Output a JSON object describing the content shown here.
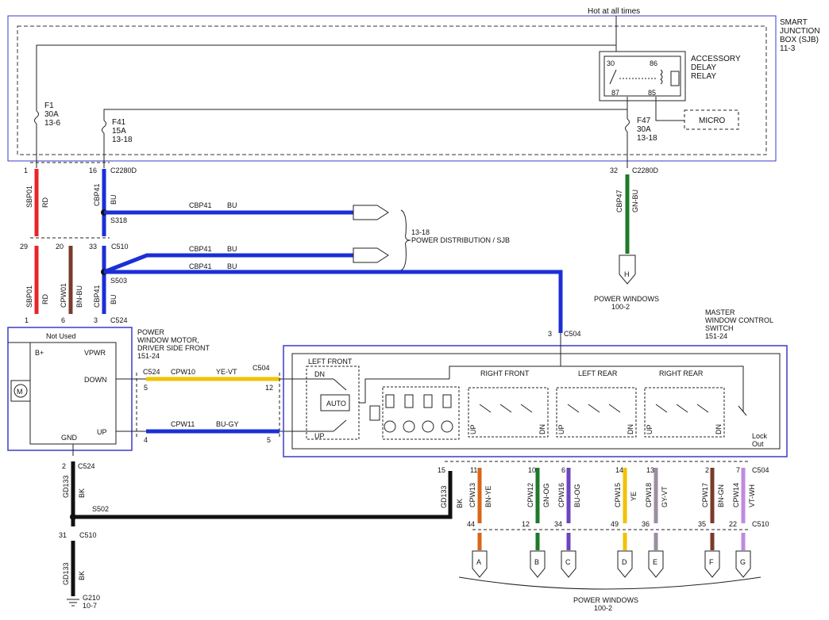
{
  "top": {
    "hot": "Hot at all times"
  },
  "sjb": {
    "l1": "SMART",
    "l2": "JUNCTION",
    "l3": "BOX (SJB)",
    "l4": "11-3"
  },
  "relay": {
    "l1": "ACCESSORY",
    "l2": "DELAY",
    "l3": "RELAY",
    "p30": "30",
    "p86": "86",
    "p87": "87",
    "p85": "85"
  },
  "micro": "MICRO",
  "fuses": {
    "f1": {
      "name": "F1",
      "amp": "30A",
      "ref": "13-6"
    },
    "f41": {
      "name": "F41",
      "amp": "15A",
      "ref": "13-18"
    },
    "f47": {
      "name": "F47",
      "amp": "30A",
      "ref": "13-18"
    }
  },
  "conn": {
    "c2280d": "C2280D",
    "c510": "C510",
    "c524": "C524",
    "c504": "C504"
  },
  "splices": {
    "s318": "S318",
    "s503": "S503",
    "s502": "S502"
  },
  "wires": {
    "sbp01": "SBP01",
    "rd": "RD",
    "cbp41": "CBP41",
    "bu": "BU",
    "cbp47": "CBP47",
    "gnbu": "GN-BU",
    "cpw01": "CPW01",
    "bnbu": "BN-BU",
    "cpw10": "CPW10",
    "yevt": "YE-VT",
    "cpw11": "CPW11",
    "bugy": "BU-GY",
    "gd133": "GD133",
    "bk": "BK",
    "cpw13": "CPW13",
    "bnye": "BN-YE",
    "cpw12": "CPW12",
    "gnog": "GN-OG",
    "cpw16": "CPW16",
    "buog": "BU-OG",
    "cpw15": "CPW15",
    "ye": "YE",
    "cpw18": "CPW18",
    "gyvt": "GY-VT",
    "cpw17": "CPW17",
    "bngn": "BN-GN",
    "cpw14": "CPW14",
    "vtwh": "VT-WH"
  },
  "pins": {
    "p1": "1",
    "p16": "16",
    "p32": "32",
    "p29": "29",
    "p20": "20",
    "p33": "33",
    "p1b": "1",
    "p6": "6",
    "p3": "3",
    "p3b": "3",
    "p5": "5",
    "p12": "12",
    "p4": "4",
    "p5b": "5",
    "p2": "2",
    "p31": "31",
    "p15": "15",
    "s11": "11",
    "s10": "10",
    "s6": "6",
    "s14": "14",
    "s13": "13",
    "s2": "2",
    "s7": "7",
    "b44": "44",
    "b12": "12",
    "b34": "34",
    "b49": "49",
    "b36": "36",
    "b35": "35",
    "b22": "22"
  },
  "pd": {
    "ref": "13-18",
    "label": "POWER DISTRIBUTION / SJB"
  },
  "pwH": {
    "letter": "H",
    "l1": "POWER WINDOWS",
    "l2": "100-2"
  },
  "motor": {
    "l1": "POWER",
    "l2": "WINDOW MOTOR,",
    "l3": "DRIVER SIDE FRONT",
    "l4": "151-24",
    "notused": "Not Used",
    "bplus": "B+",
    "vpwr": "VPWR",
    "down": "DOWN",
    "up": "UP",
    "gnd": "GND",
    "m": "M"
  },
  "master": {
    "l1": "MASTER",
    "l2": "WINDOW CONTROL",
    "l3": "SWITCH",
    "l4": "151-24",
    "lf": "LEFT FRONT",
    "dn": "DN",
    "auto": "AUTO",
    "up": "UP",
    "rf": "RIGHT FRONT",
    "lr": "LEFT REAR",
    "rr": "RIGHT REAR",
    "lock1": "Lock",
    "lock2": "Out",
    "up2": "UP",
    "dn2": "DN"
  },
  "bottom": {
    "letters": [
      "A",
      "B",
      "C",
      "D",
      "E",
      "F",
      "G"
    ],
    "l1": "POWER WINDOWS",
    "l2": "100-2"
  },
  "ground": {
    "name": "G210",
    "ref": "10-7"
  },
  "colors": {
    "red": "#e8242a",
    "blue": "#1b2fd6",
    "green": "#1e7a2b",
    "yellow": "#f2c200",
    "black": "#111111",
    "brown": "#7a3b2a",
    "orange": "#d9651a",
    "purple": "#6b45c0",
    "gray": "#9a8ea0",
    "violet": "#c08adf",
    "box": "#3b3bc9"
  }
}
